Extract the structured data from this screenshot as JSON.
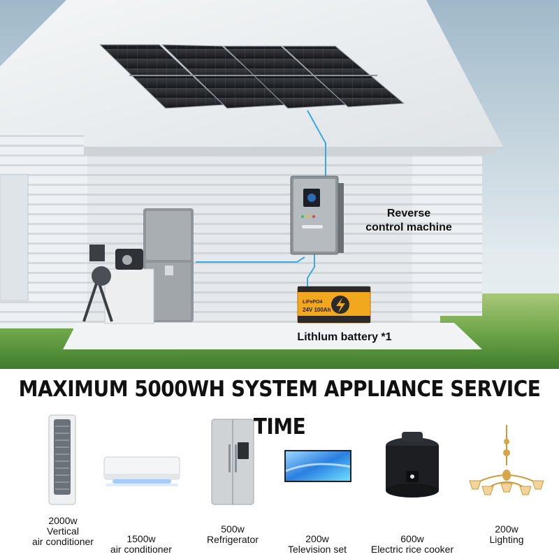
{
  "hero": {
    "callouts": {
      "reverse_line1": "Reverse",
      "reverse_line2": "control machine",
      "battery": "Lithlum battery *1"
    },
    "battery_label": {
      "brand": "LiFePO4",
      "spec": "24V 100Ah"
    },
    "colors": {
      "sky": "#b7cad6",
      "grass": "#6fa64a",
      "battery": "#f2a81e",
      "cable": "#3aa8e0"
    }
  },
  "headline": "MAXIMUM 5000WH SYSTEM APPLIANCE SERVICE TIME",
  "appliances": [
    {
      "power": "2000w",
      "name_line1": "Vertical",
      "name_line2": "air conditioner",
      "icon": "vertical-ac-icon"
    },
    {
      "power": "1500w",
      "name_line1": "air conditioner",
      "name_line2": "",
      "icon": "wall-ac-icon"
    },
    {
      "power": "500w",
      "name_line1": "Refrigerator",
      "name_line2": "",
      "icon": "refrigerator-icon"
    },
    {
      "power": "200w",
      "name_line1": "Television set",
      "name_line2": "",
      "icon": "tv-icon"
    },
    {
      "power": "600w",
      "name_line1": "Electric rice cooker",
      "name_line2": "",
      "icon": "rice-cooker-icon"
    },
    {
      "power": "200w",
      "name_line1": "Lighting",
      "name_line2": "",
      "icon": "chandelier-icon"
    }
  ]
}
